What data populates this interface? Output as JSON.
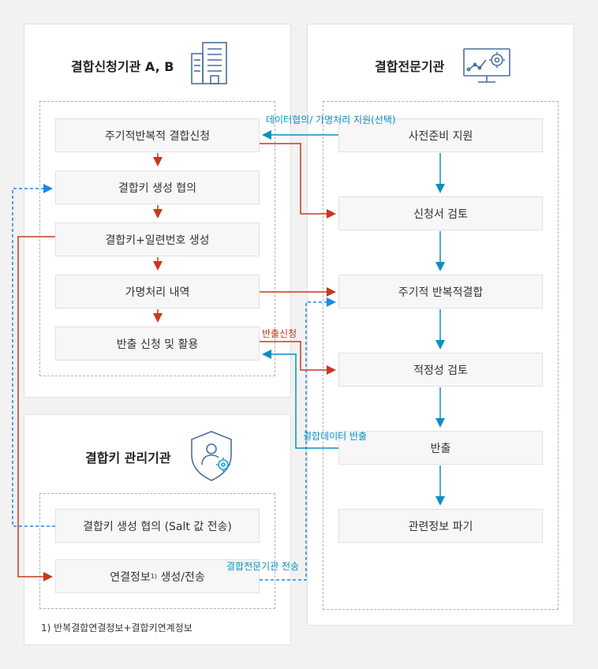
{
  "left_panel": {
    "title": "결합신청기관 A, B",
    "steps": [
      "주기적반복적 결합신청",
      "결합키 생성 협의",
      "결합키+일련번호 생성",
      "가명처리 내역",
      "반출 신청 및 활용"
    ]
  },
  "key_panel": {
    "title": "결합키 관리기관",
    "steps": [
      "결합키 생성 협의 (Salt 값 전송)",
      "연결정보",
      "생성/전송"
    ],
    "superscript": "1)",
    "footnote": "1) 반복결합연결정보+결합키연계정보"
  },
  "right_panel": {
    "title": "결합전문기관",
    "steps": [
      "사전준비 지원",
      "신청서 검토",
      "주기적 반복적결합",
      "적정성 검토",
      "반출",
      "관련정보 파기"
    ]
  },
  "labels": {
    "data_consult": "데이터협의/ 가명처리 지원(선택)",
    "export_request": "반출신청",
    "combined_export": "결합데이터 반출",
    "send_to_agency": "결합전문기관 전송"
  },
  "colors": {
    "red": "#c9381d",
    "blue": "#0a8fc2",
    "dash_blue": "#1e88e5"
  },
  "icons": [
    "building-icon",
    "monitor-gear-icon",
    "shield-user-gear-icon"
  ]
}
